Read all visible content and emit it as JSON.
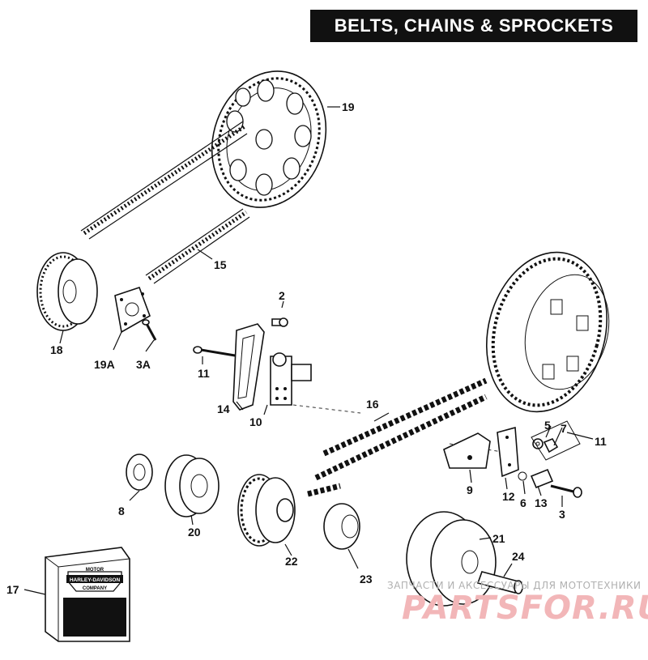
{
  "title": "BELTS, CHAINS & SPROCKETS",
  "watermark": {
    "line1": "ЗАПЧАСТИ И АКСЕССУАРЫ ДЛЯ МОТОТЕХНИКИ",
    "logo": "PARTSFOR.RU",
    "color": "#f2b6b8"
  },
  "badge": {
    "line1": "MOTOR",
    "line2": "HARLEY-DAVIDSON",
    "line3": "COMPANY"
  },
  "callouts": {
    "c2": "2",
    "c3": "3",
    "c3a": "3A",
    "c5": "5",
    "c6": "6",
    "c7": "7",
    "c8": "8",
    "c9": "9",
    "c10": "10",
    "c11a": "11",
    "c11b": "11",
    "c12": "12",
    "c13": "13",
    "c14": "14",
    "c15": "15",
    "c16": "16",
    "c17": "17",
    "c18": "18",
    "c19": "19",
    "c19a": "19A",
    "c20": "20",
    "c21": "21",
    "c22": "22",
    "c23": "23",
    "c24": "24"
  }
}
